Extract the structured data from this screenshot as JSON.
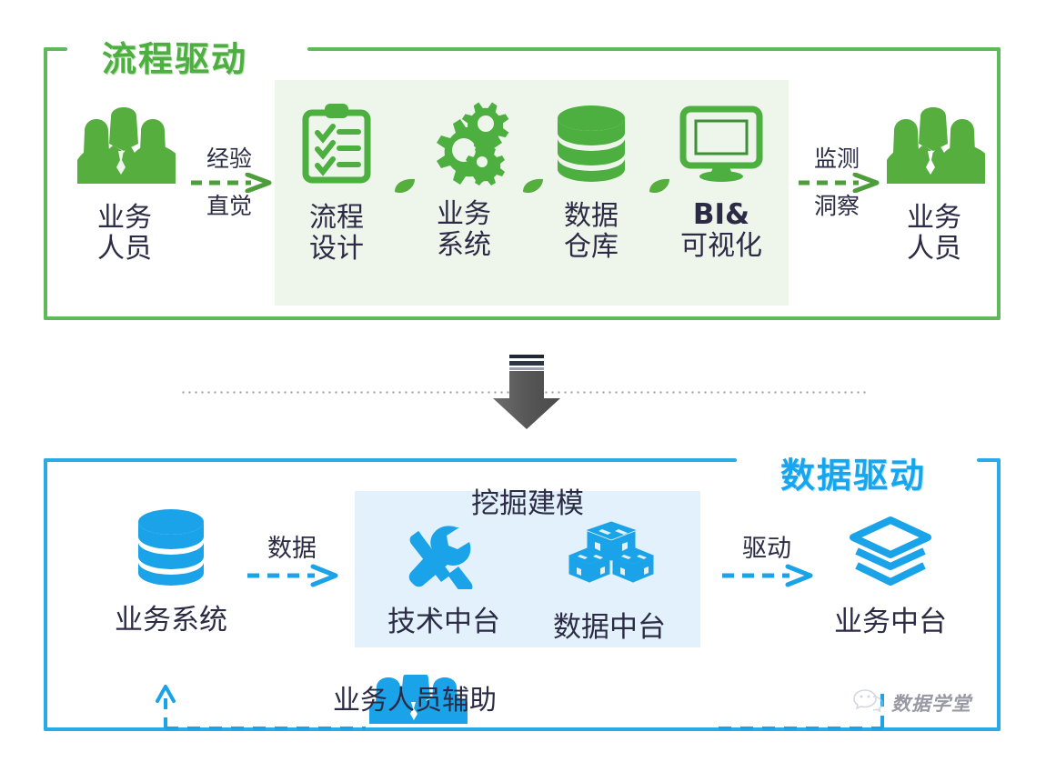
{
  "colors": {
    "green": "#4caf3f",
    "green_border": "#5fb85c",
    "green_panel": "#eef6ec",
    "blue": "#29abe8",
    "blue_title": "#16a6ef",
    "blue_panel": "#e2f1fb",
    "text": "#2b2b45",
    "arrow_gray": "#5a5a5a"
  },
  "top_section": {
    "title": "流程驱动",
    "left_actor": {
      "icon": "people-group-icon",
      "line1": "业务",
      "line2": "人员"
    },
    "left_connector": {
      "label_top": "经验",
      "label_bottom": "直觉",
      "arrow": "dashed-arrow-right-icon"
    },
    "pipeline": [
      {
        "icon": "clipboard-checklist-icon",
        "line1": "流程",
        "line2": "设计"
      },
      {
        "icon": "gears-icon",
        "line1": "业务",
        "line2": "系统"
      },
      {
        "icon": "database-stack-icon",
        "line1": "数据",
        "line2": "仓库"
      },
      {
        "icon": "monitor-screen-icon",
        "line1": "BI&",
        "line2": "可视化"
      }
    ],
    "right_connector": {
      "label_top": "监测",
      "label_bottom": "洞察",
      "arrow": "dashed-arrow-right-icon"
    },
    "right_actor": {
      "icon": "people-group-icon",
      "line1": "业务",
      "line2": "人员"
    }
  },
  "transition": {
    "icon": "down-arrow-icon",
    "divider": "dotted-divider"
  },
  "bottom_section": {
    "title": "数据驱动",
    "left_node": {
      "icon": "database-stack-icon",
      "label": "业务系统"
    },
    "left_connector": {
      "label": "数据",
      "arrow": "dashed-arrow-right-icon"
    },
    "panel_title": "挖掘建模",
    "panel_nodes": [
      {
        "icon": "wrench-screwdriver-icon",
        "label": "技术中台"
      },
      {
        "icon": "boxes-icon",
        "label": "数据中台"
      }
    ],
    "right_connector": {
      "label": "驱动",
      "arrow": "dashed-arrow-right-icon"
    },
    "right_node": {
      "icon": "layers-stack-icon",
      "label": "业务中台"
    },
    "feedback": {
      "icon": "people-group-icon",
      "label": "业务人员辅助"
    }
  },
  "watermark": {
    "icon": "wechat-icon",
    "text": "数据学堂"
  }
}
